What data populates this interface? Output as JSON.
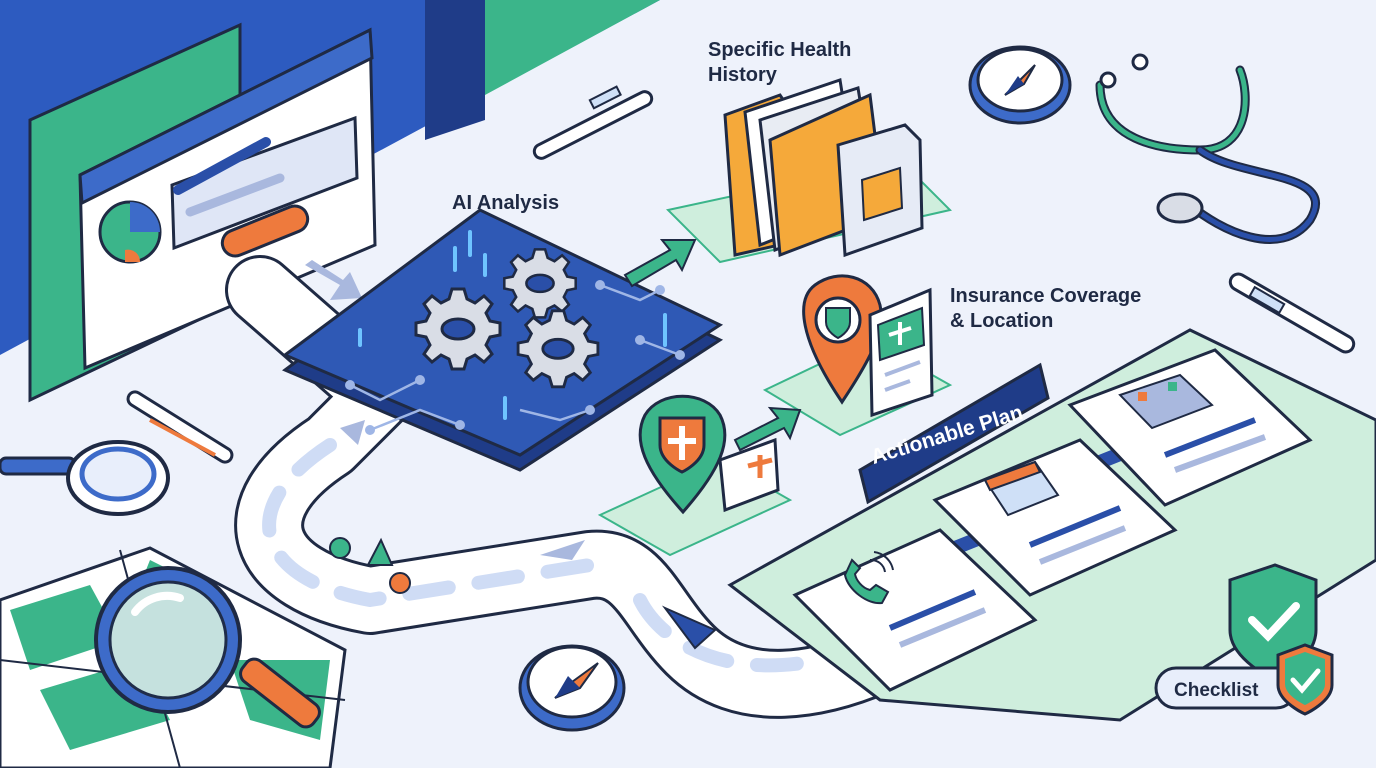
{
  "labels": {
    "specific_health_history": "Specific Health\nHistory",
    "ai_analysis": "AI Analysis",
    "insurance_coverage_location": "Insurance Coverage\n& Location",
    "actionable_plan": "Actionable Plan",
    "checklist": "Checklist"
  },
  "colors": {
    "background": "#eef2fb",
    "navy": "#1f3c88",
    "blue": "#3d6bc9",
    "green": "#3bb58a",
    "mint": "#cfeedd",
    "orange": "#ee7a3d",
    "amber": "#f5a93a",
    "outline": "#1f2a44"
  }
}
